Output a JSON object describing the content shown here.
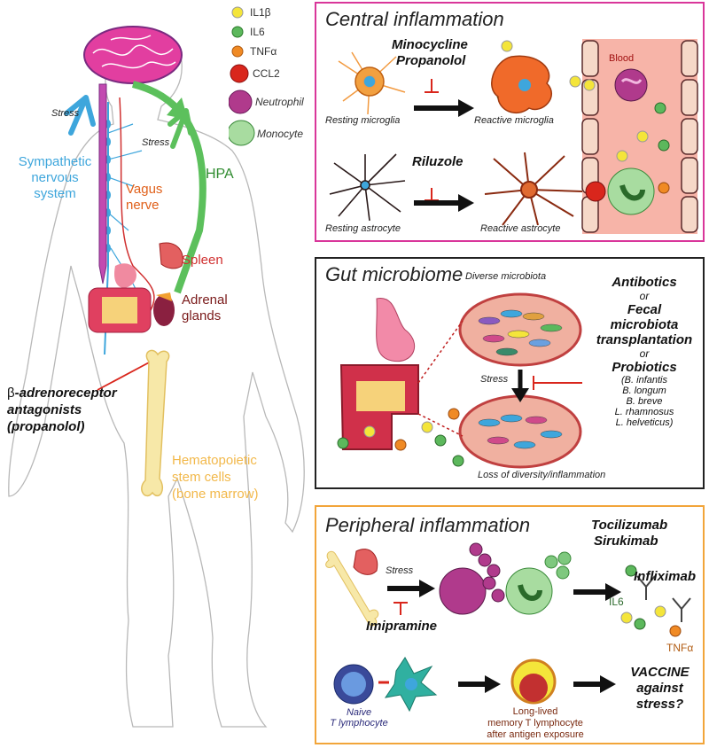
{
  "legend": {
    "items": [
      {
        "label": "IL1β",
        "color": "#f4e53a"
      },
      {
        "label": "IL6",
        "color": "#5cb85c"
      },
      {
        "label": "TNFα",
        "color": "#f08a24"
      },
      {
        "label": "CCL2",
        "color": "#d9261c"
      },
      {
        "label": "Neutrophil",
        "color": "#b03a8c"
      },
      {
        "label": "Monocyte",
        "color": "#7ec87e"
      }
    ]
  },
  "body": {
    "stress_top": "Stress",
    "stress_mid": "Stress",
    "sympathetic": [
      "Sympathetic",
      "nervous",
      "system"
    ],
    "hpa": "HPA",
    "vagus": [
      "Vagus",
      "nerve"
    ],
    "spleen": "Spleen",
    "adrenal": [
      "Adrenal",
      "glands"
    ],
    "beta_symbol": "β",
    "beta_rest": "-adrenoreceptor",
    "beta_line2": "antagonists",
    "beta_line3": "(propanolol)",
    "hematopoietic": [
      "Hematopoietic",
      "stem cells",
      "(bone marrow)"
    ]
  },
  "central": {
    "title": "Central inflammation",
    "drug1": "Minocycline",
    "drug2": "Propanolol",
    "drug3": "Riluzole",
    "resting_microglia": "Resting microglia",
    "reactive_microglia": "Reactive microglia",
    "resting_astrocyte": "Resting astrocyte",
    "reactive_astrocyte": "Reactive astrocyte",
    "blood": "Blood"
  },
  "gut": {
    "title": "Gut microbiome",
    "diverse": "Diverse microbiota",
    "loss": "Loss of diversity/inflammation",
    "stress": "Stress",
    "antibiotics": "Antibotics",
    "or1": "or",
    "fecal": [
      "Fecal",
      "microbiota",
      "transplantation"
    ],
    "or2": "or",
    "probiotics": "Probiotics",
    "strains": [
      "(B. infantis",
      "B. longum",
      "B. breve",
      "L. rhamnosus",
      "L. helveticus)"
    ]
  },
  "peripheral": {
    "title": "Peripheral inflammation",
    "stress": "Stress",
    "imipramine": "Imipramine",
    "tocilizumab": "Tocilizumab",
    "sirukimab": "Sirukimab",
    "infliximab": "Infliximab",
    "il6": "IL6",
    "tnfa": "TNFα",
    "naive": [
      "Naive",
      "T lymphocyte"
    ],
    "memory": [
      "Long-lived",
      "memory T lymphocyte",
      "after antigen exposure"
    ],
    "vaccine": [
      "VACCINE",
      "against",
      "stress?"
    ]
  },
  "colors": {
    "central_border": "#d9369a",
    "gut_border": "#222222",
    "peripheral_border": "#f2a53a",
    "sympathetic": "#3ea6dc",
    "hpa": "#5cc05c",
    "vagus": "#e0601a",
    "spleen": "#d03030",
    "adrenal": "#7a1a1a",
    "hematopoietic": "#f2b84a",
    "inhibit": "#d9261c"
  }
}
